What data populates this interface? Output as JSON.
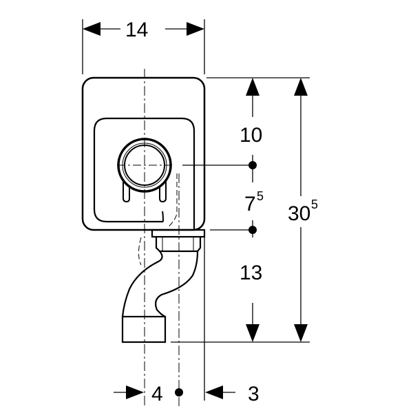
{
  "dimensions": {
    "width": "14",
    "upper": "10",
    "middle": "7",
    "middle_sup": "5",
    "total": "30",
    "total_sup": "5",
    "lower": "13",
    "offset_left": "4",
    "offset_right": "3"
  },
  "colors": {
    "line": "#000000",
    "background": "#ffffff"
  }
}
